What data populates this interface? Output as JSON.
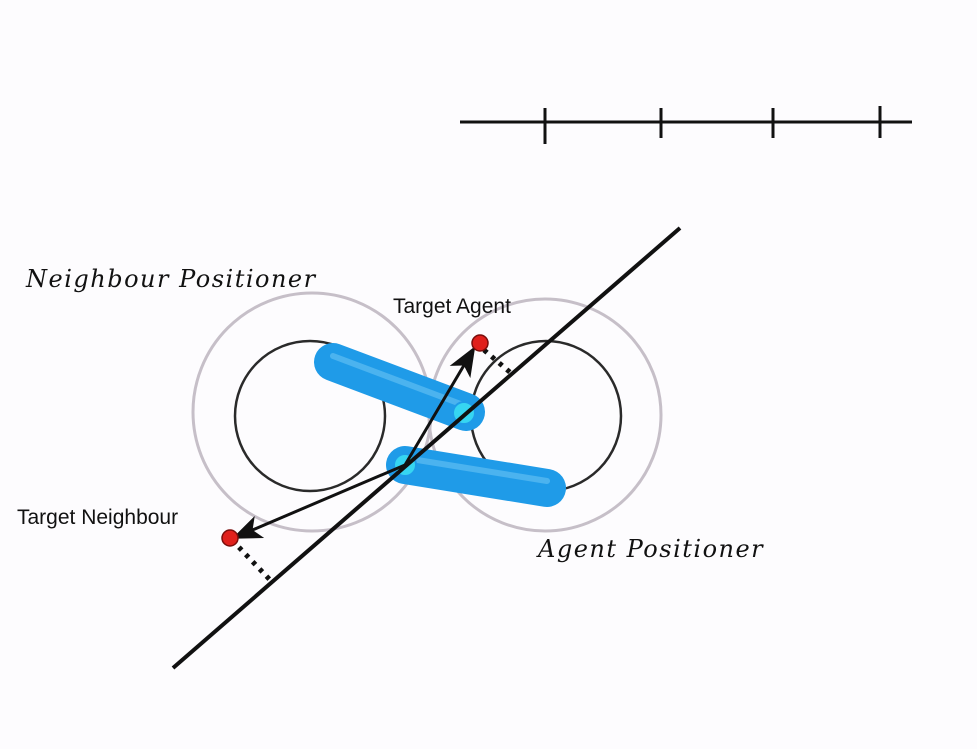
{
  "labels": {
    "neighbour_positioner": "Neighbour Positioner",
    "agent_positioner": "Agent Positioner",
    "target_agent": "Target Agent",
    "target_neighbour": "Target Neighbour"
  },
  "scale_bar": {
    "tick_count": 4
  },
  "colors": {
    "ink": "#111111",
    "positioner_arm": "#1f9be8",
    "arm_highlight": "#6fc7f6",
    "joint": "#36d6f2",
    "target_marker": "#e0201c",
    "inner_circle": "#2a2a2a",
    "outer_circle": "#c6bfc8",
    "background": "#fdfcfe"
  }
}
